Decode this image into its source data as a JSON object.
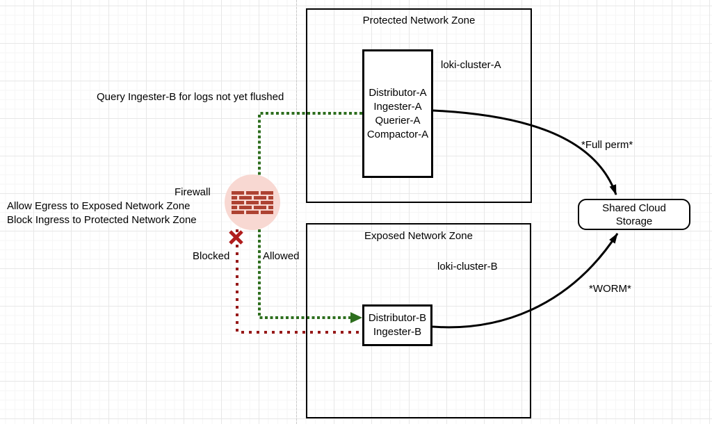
{
  "zones": {
    "protected": {
      "title": "Protected Network Zone",
      "cluster_label": "loki-cluster-A",
      "components": [
        "Distributor-A",
        "Ingester-A",
        "Querier-A",
        "Compactor-A"
      ]
    },
    "exposed": {
      "title": "Exposed Network Zone",
      "cluster_label": "loki-cluster-B",
      "components": [
        "Distributor-B",
        "Ingester-B"
      ]
    }
  },
  "firewall": {
    "label": "Firewall",
    "icon": "brick-wall-icon",
    "rules": [
      "Allow Egress to Exposed Network Zone",
      "Block Ingress to Protected Network Zone"
    ]
  },
  "storage": {
    "label": "Shared Cloud Storage"
  },
  "edges": {
    "query": {
      "label": "Query Ingester-B for logs not yet flushed",
      "style": "green-dotted"
    },
    "allowed": {
      "label": "Allowed",
      "style": "green-dotted"
    },
    "blocked": {
      "label": "Blocked",
      "style": "red-dotted",
      "icon": "x-mark-icon"
    },
    "full_perm": {
      "label": "*Full perm*",
      "style": "black-curve"
    },
    "worm": {
      "label": "*WORM*",
      "style": "black-curve"
    }
  },
  "colors": {
    "allowed_green": "#2d6e1e",
    "blocked_red": "#961919",
    "x_mark_red": "#b01c1c",
    "firewall_fill": "#f8d8d2",
    "brick_red": "#ad4232",
    "connector_black": "#000000"
  }
}
